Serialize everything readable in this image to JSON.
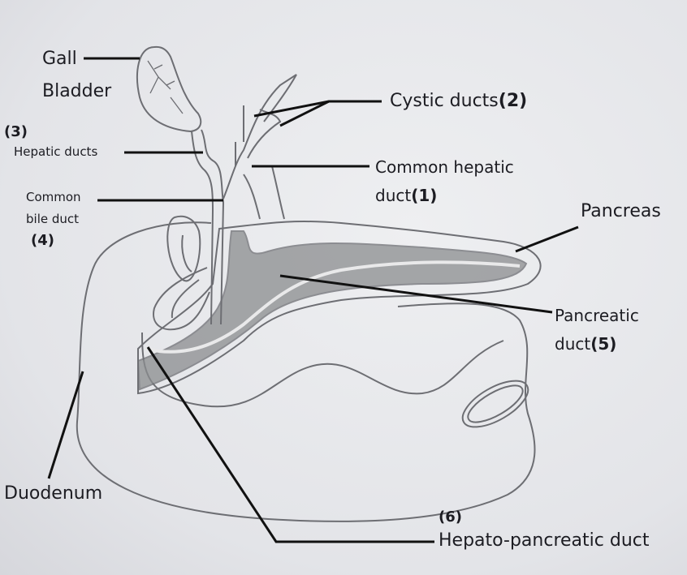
{
  "title": "Biliary and pancreatic duct system",
  "labels": {
    "gall": "Gall",
    "bladder": "Bladder",
    "hepatic_num": "(3)",
    "hepatic": "Hepatic ducts",
    "cbd_1": "Common",
    "cbd_2": "bile duct",
    "cbd_num": "(4)",
    "cystic": "Cystic ducts",
    "cystic_num": "(2)",
    "chd_1": "Common hepatic",
    "chd_2": "duct",
    "chd_num": "(1)",
    "pancreas": "Pancreas",
    "pd_1": "Pancreatic",
    "pd_2": "duct",
    "pd_num": "(5)",
    "duodenum": "Duodenum",
    "hpd_num": "(6)",
    "hpd": "Hepato-pancreatic duct"
  },
  "colors": {
    "pencil": "#6d6e73",
    "shade": "#8b8d8f",
    "leader": "#111111"
  }
}
